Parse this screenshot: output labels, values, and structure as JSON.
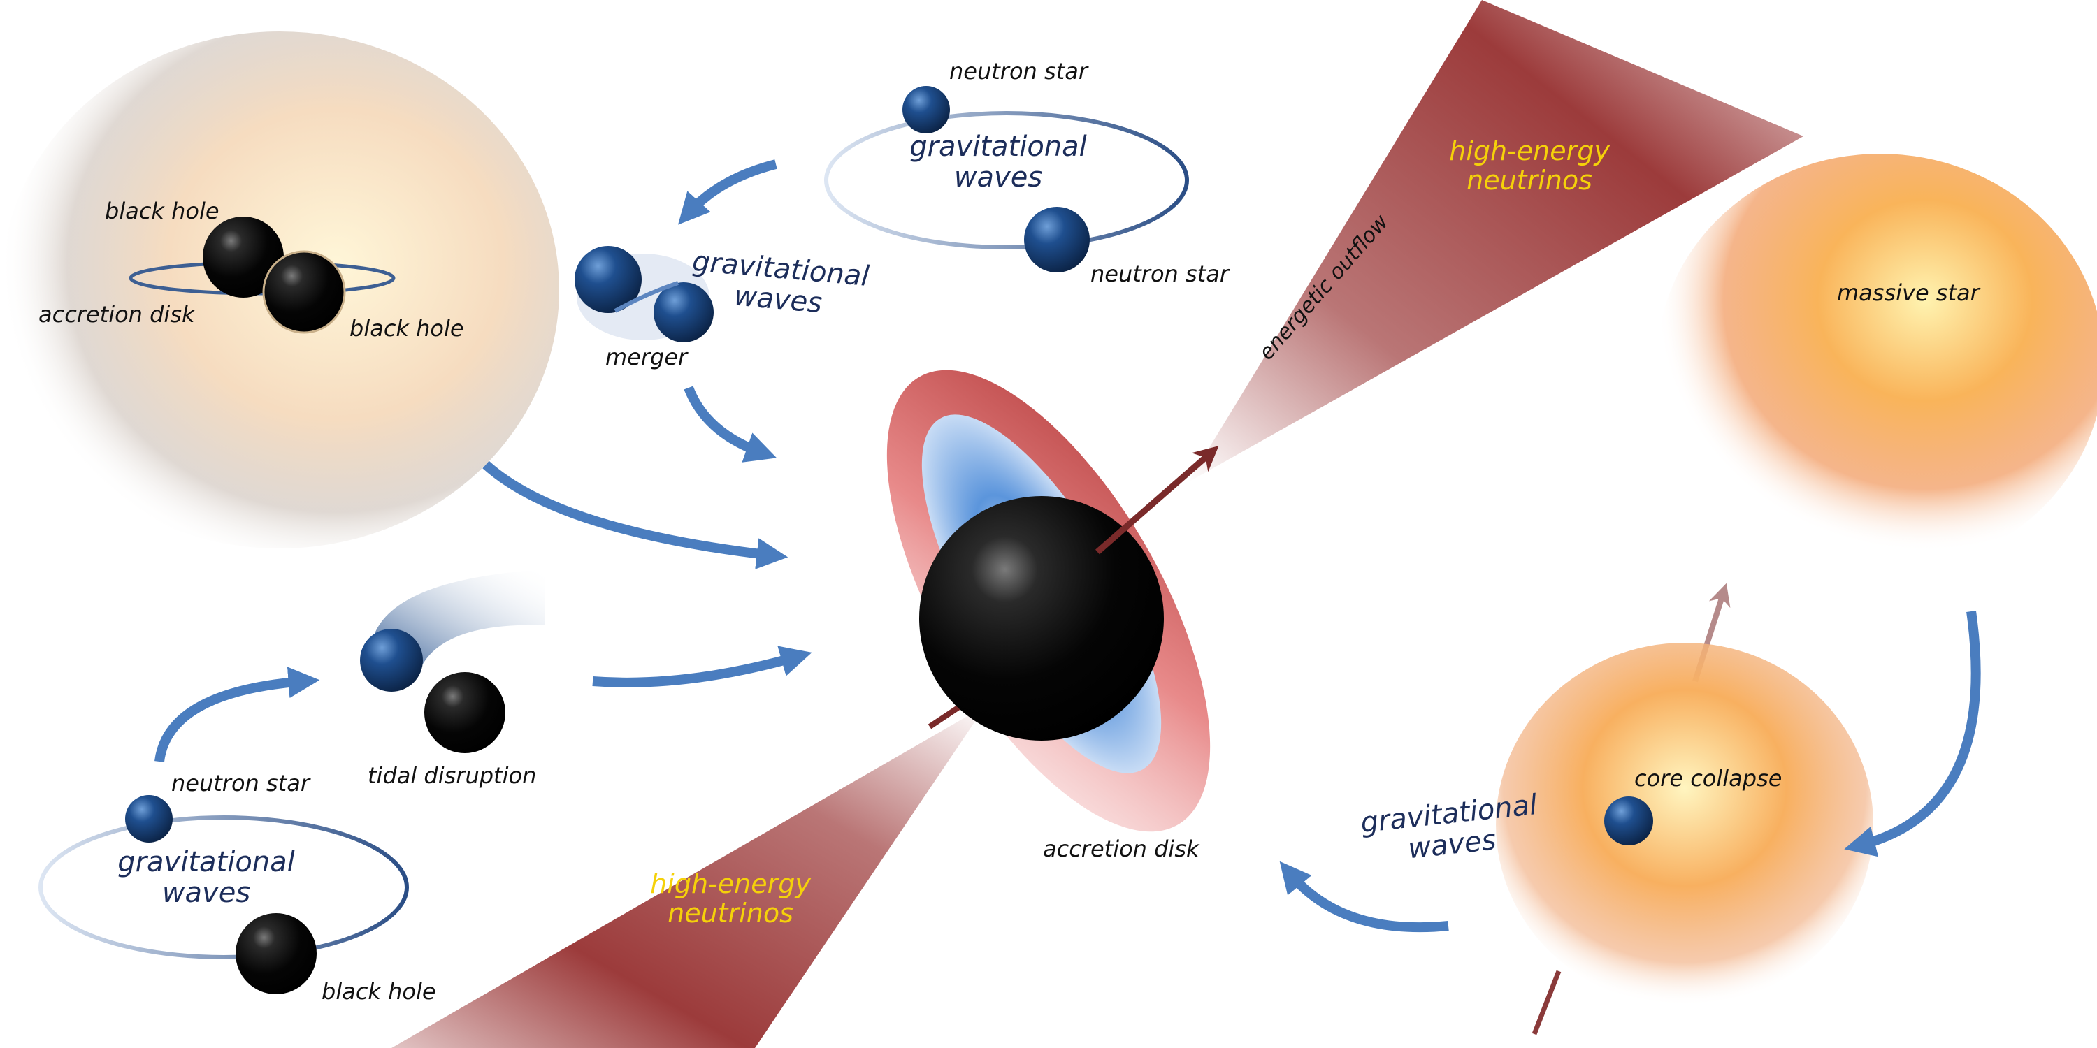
{
  "labels": {
    "top_neutron_star_1": "neutron star",
    "top_neutron_star_2": "neutron star",
    "top_gw": "gravitational\nwaves",
    "merger": "merger",
    "merger_gw": "gravitational\nwaves",
    "bh_binary_black_hole_1": "black hole",
    "bh_binary_black_hole_2": "black hole",
    "bh_binary_accretion_disk": "accretion disk",
    "tidal_disruption": "tidal disruption",
    "bottom_neutron_star": "neutron star",
    "bottom_gw": "gravitational\nwaves",
    "bottom_black_hole": "black hole",
    "central_accretion_disk": "accretion disk",
    "energetic_outflow": "energetic outflow",
    "nu_top": "high-energy\nneutrinos",
    "nu_bottom": "high-energy\nneutrinos",
    "massive_star": "massive star",
    "core_collapse": "core collapse",
    "right_gw": "gravitational\nwaves"
  },
  "icons": [
    "black-hole",
    "neutron-star",
    "accretion-disk",
    "massive-star",
    "neutrino-jet",
    "flow-arrow"
  ],
  "colors": {
    "flow_arrow": "#4a7dbf",
    "neutrino_cone": "#9c3b3b",
    "neutrino_label": "#f5d10a",
    "gw_label": "#1c2d5a",
    "star_glow": "#f6a25a",
    "neutron_star": "#1f4f8f"
  }
}
